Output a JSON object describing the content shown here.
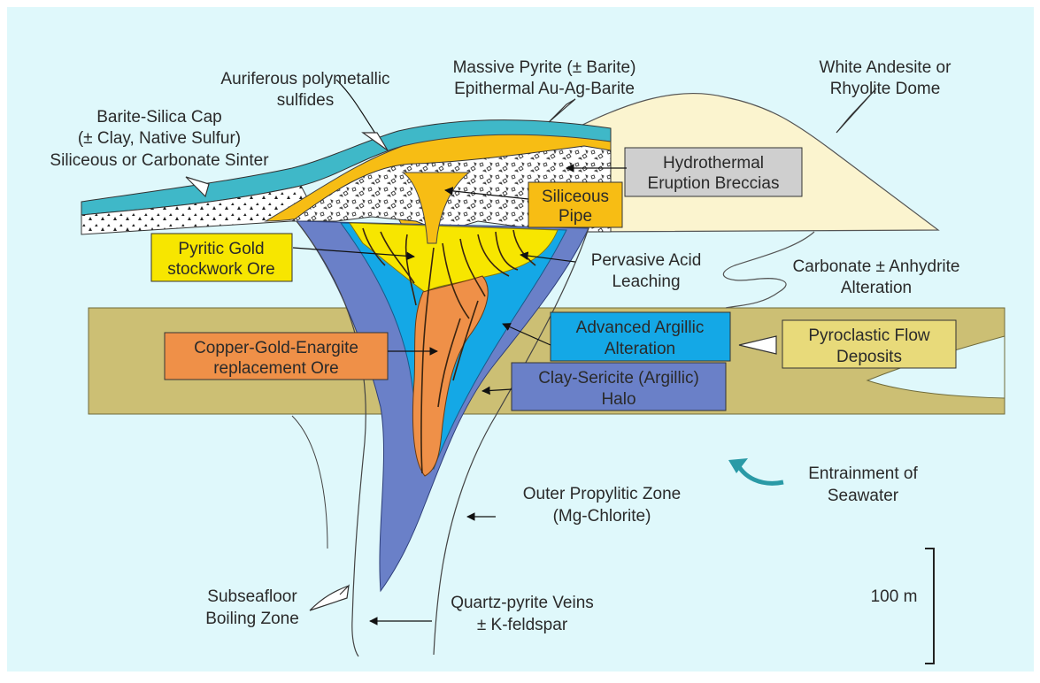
{
  "labels": {
    "auriferous": [
      "Auriferous polymetallic",
      "sulfides"
    ],
    "massive_pyrite": [
      "Massive Pyrite (± Barite)",
      "Epithermal Au-Ag-Barite"
    ],
    "white_andesite": [
      "White Andesite or",
      "Rhyolite Dome"
    ],
    "barite_cap": [
      "Barite-Silica Cap",
      "(± Clay, Native Sulfur)",
      "Siliceous or Carbonate Sinter"
    ],
    "hydrothermal_breccias": [
      "Hydrothermal",
      "Eruption Breccias"
    ],
    "siliceous_pipe": [
      "Siliceous",
      "Pipe"
    ],
    "pyritic_gold": [
      "Pyritic Gold",
      "stockwork Ore"
    ],
    "pervasive_acid": [
      "Pervasive Acid",
      "Leaching"
    ],
    "carbonate_anhydrite": [
      "Carbonate ± Anhydrite",
      "Alteration"
    ],
    "advanced_argillic": [
      "Advanced Argillic",
      "Alteration"
    ],
    "pyroclastic": [
      "Pyroclastic Flow",
      "Deposits"
    ],
    "copper_gold": [
      "Copper-Gold-Enargite",
      "replacement Ore"
    ],
    "clay_sericite": [
      "Clay-Sericite (Argillic)",
      "Halo"
    ],
    "entrainment": [
      "Entrainment of",
      "Seawater"
    ],
    "outer_propylitic": [
      "Outer Propylitic Zone",
      "(Mg-Chlorite)"
    ],
    "subseafloor": [
      "Subseafloor",
      "Boiling Zone"
    ],
    "quartz_pyrite": [
      "Quartz-pyrite Veins",
      "± K-feldspar"
    ],
    "scale_bar": "100 m"
  },
  "colors": {
    "background": "#dff8fb",
    "teal_cap": "#3fb8c8",
    "gold": "#f7bd14",
    "yellow_stockwork": "#f7e600",
    "blue_inner": "#14a8e6",
    "blue_halo": "#6a80c8",
    "orange_ore": "#ef9048",
    "olive_pyroclastic": "#ccbf74",
    "dome": "#fbf4cf",
    "grey_box": "#cfcfcf",
    "pyro_box": "#e8da7a"
  }
}
